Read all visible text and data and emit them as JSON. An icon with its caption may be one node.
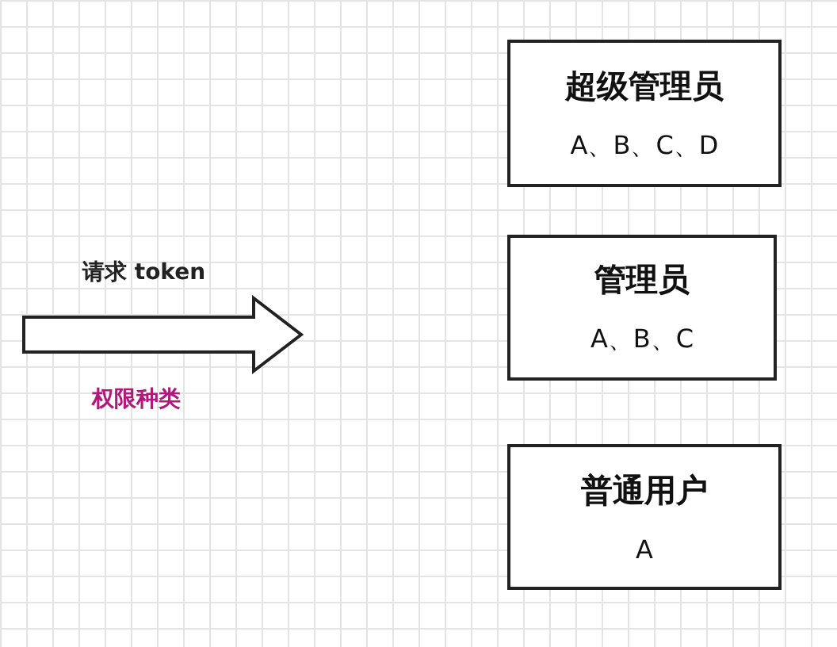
{
  "diagram": {
    "nodes": [
      {
        "text": [
          "超级管理员",
          "A、B、C、D"
        ]
      },
      {
        "text": [
          "管理员",
          "A、B、C"
        ]
      },
      {
        "text": [
          "普通用户",
          "A"
        ]
      }
    ],
    "labels": [
      "请求 token",
      "权限种类"
    ]
  }
}
